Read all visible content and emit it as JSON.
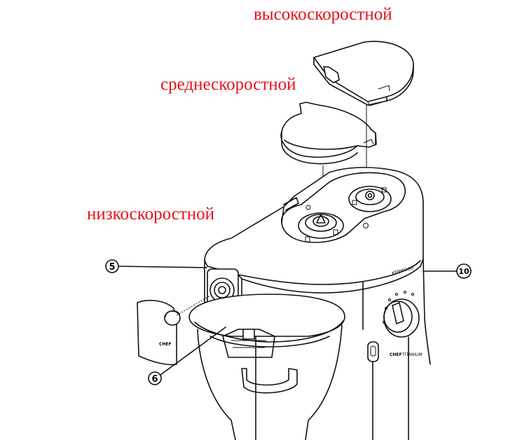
{
  "labels": {
    "high_speed": "высокоскоростной",
    "medium_speed": "среднескоростной",
    "low_speed": "низкоскоростной"
  },
  "callouts": {
    "c5": "5",
    "c6": "6",
    "c10": "10"
  },
  "markings": {
    "brand": "KENWOOD",
    "chef": "CHEF",
    "chef_dial": "CHEF",
    "series": "TITANIUM"
  },
  "colors": {
    "label": "#e8101a",
    "line": "#111111"
  }
}
